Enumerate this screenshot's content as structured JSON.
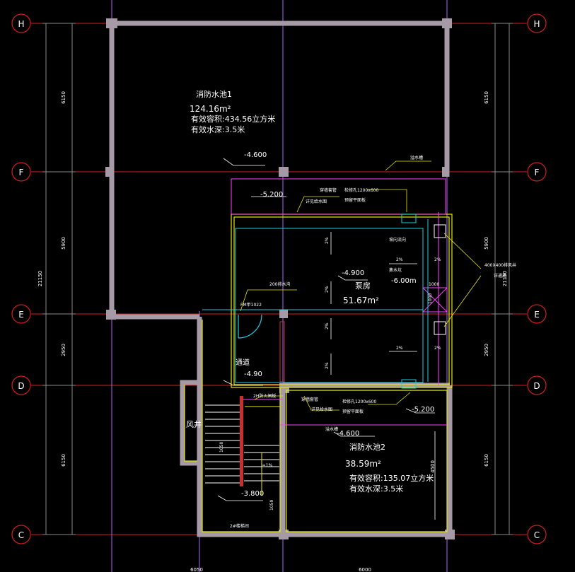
{
  "grid_labels": {
    "h": "H",
    "f": "F",
    "e": "E",
    "d": "D",
    "c": "C"
  },
  "dimensions": {
    "left_6150_top": "6150",
    "left_5900": "5900",
    "left_2950": "2950",
    "left_6150_bottom": "6150",
    "left_total": "21150",
    "right_6150_top": "6150",
    "right_5900": "5900",
    "right_2950": "2950",
    "right_6150_bottom": "6150",
    "right_total": "21150",
    "bottom_left": "6050",
    "bottom_right": "6000",
    "pool2_depth_dim": "4500",
    "pump_1000_top": "1000",
    "pump_1000_side": "1000"
  },
  "rooms": {
    "pool1": {
      "name": "消防水池1",
      "area": "124.16m²",
      "volume": "有效容积:434.56立方米",
      "depth": "有效水深:3.5米"
    },
    "pump": {
      "name": "泵房",
      "area": "51.67m²"
    },
    "corridor": {
      "name": "通道"
    },
    "pool2": {
      "name": "消防水池2",
      "area": "38.59m²",
      "volume": "有效容积:135.07立方米",
      "depth": "有效水深:3.5米"
    },
    "shaft": {
      "name": "风井"
    }
  },
  "elevations": {
    "pool1": "-4.600",
    "upper": "-5.200",
    "pump": "-4.900",
    "sump": "-6.00m",
    "corridor": "-4.90",
    "stair": "-3.800",
    "lower_right": "-5.200",
    "pool2": "-4.600"
  },
  "notes": {
    "overflow_top": "溢水槽",
    "vent_pipe_top": "穿墙套管",
    "vent_pipe_top_2": "详见给水图",
    "access_top": "检修孔1200x600",
    "access_top_2": "预留平面板",
    "flow_direction": "坡向流向",
    "sump_pit": "集水坑",
    "vent_note": "400X400排风井",
    "vent_note_2": "详通施",
    "drain_200": "200排水沟",
    "door_label": "FM甲1022",
    "fire_door": "2H防火闸板",
    "vent_pipe_bottom": "穿墙套管",
    "vent_pipe_bottom_2": "详见给水图",
    "access_bottom": "检修孔1200x600",
    "access_bottom_2": "预留平面板",
    "overflow_bottom": "溢水槽",
    "stair_width": "1050",
    "stair_note": "2#楼梯间",
    "slope_2": "2%",
    "slope_i": "i=1%",
    "step_mark": "1059"
  }
}
